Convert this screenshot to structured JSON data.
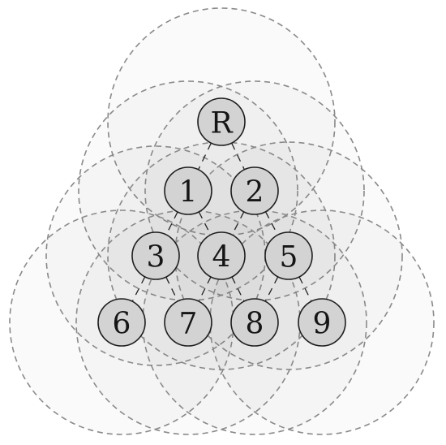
{
  "nodes": [
    {
      "id": "R",
      "label": "R"
    },
    {
      "id": "1",
      "label": "1"
    },
    {
      "id": "2",
      "label": "2"
    },
    {
      "id": "3",
      "label": "3"
    },
    {
      "id": "4",
      "label": "4"
    },
    {
      "id": "5",
      "label": "5"
    },
    {
      "id": "6",
      "label": "6"
    },
    {
      "id": "7",
      "label": "7"
    },
    {
      "id": "8",
      "label": "8"
    },
    {
      "id": "9",
      "label": "9"
    }
  ],
  "edges": [
    [
      "R",
      "1"
    ],
    [
      "R",
      "2"
    ],
    [
      "1",
      "3"
    ],
    [
      "1",
      "4"
    ],
    [
      "2",
      "4"
    ],
    [
      "2",
      "5"
    ],
    [
      "3",
      "6"
    ],
    [
      "3",
      "7"
    ],
    [
      "4",
      "7"
    ],
    [
      "4",
      "8"
    ],
    [
      "5",
      "8"
    ],
    [
      "5",
      "9"
    ]
  ],
  "regions": [
    "R",
    "1",
    "2",
    "3",
    "4",
    "5",
    "6",
    "7",
    "8",
    "9"
  ]
}
